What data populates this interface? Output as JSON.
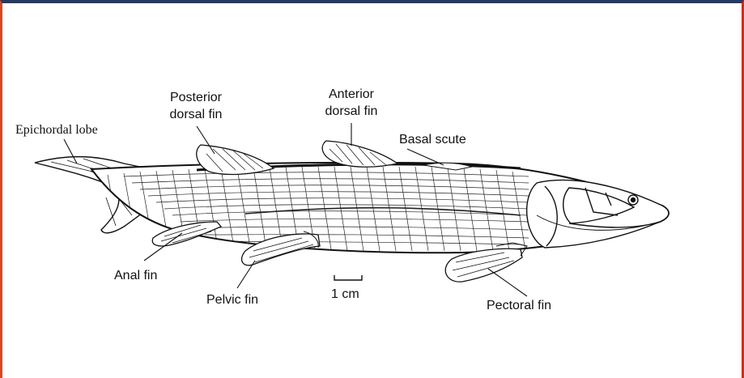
{
  "diagram": {
    "labels": {
      "epichordal_lobe": "Epichordal lobe",
      "posterior_dorsal_fin_line1": "Posterior",
      "posterior_dorsal_fin_line2": "dorsal fin",
      "anterior_dorsal_fin_line1": "Anterior",
      "anterior_dorsal_fin_line2": "dorsal fin",
      "basal_scute": "Basal scute",
      "anal_fin": "Anal fin",
      "pelvic_fin": "Pelvic fin",
      "scale_bar": "1 cm",
      "pectoral_fin": "Pectoral fin"
    },
    "colors": {
      "frame_top": "#243a66",
      "frame_side": "#d9471f",
      "ink": "#111111",
      "paper": "#ffffff"
    }
  }
}
